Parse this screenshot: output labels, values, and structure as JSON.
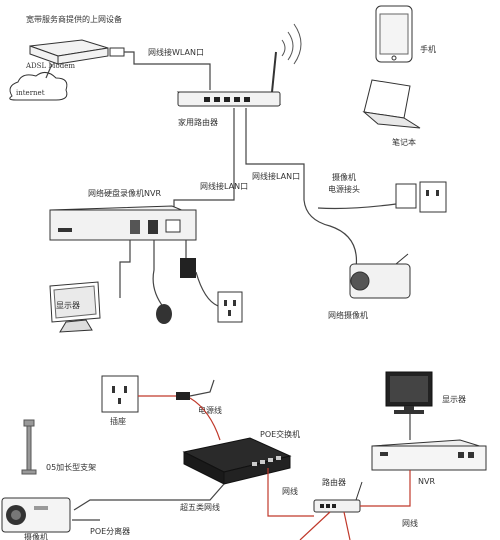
{
  "top": {
    "isp_caption": "宽带服务商提供的上网设备",
    "adsl_modem": "ADSL Modem",
    "internet": "internet",
    "wlan_cable": "网线接WLAN口",
    "router": "家用路由器",
    "phone": "手机",
    "laptop": "笔记本",
    "nvr_title": "网络硬盘录像机NVR",
    "lan_cable_1": "网线接LAN口",
    "lan_cable_2": "网线接LAN口",
    "camera_power": "摄像机",
    "camera_power_2": "电源接头",
    "monitor": "显示器",
    "ip_camera": "网络摄像机"
  },
  "bottom": {
    "socket": "插座",
    "power_cord": "电源线",
    "poe_switch": "POE交换机",
    "display": "显示器",
    "bracket": "05加长型支架",
    "nvr": "NVR",
    "cat5_cable": "超五类网线",
    "cable_1": "网线",
    "router": "路由器",
    "cable_2": "网线",
    "poe_splitter": "POE分离器",
    "camera": "摄像机"
  }
}
